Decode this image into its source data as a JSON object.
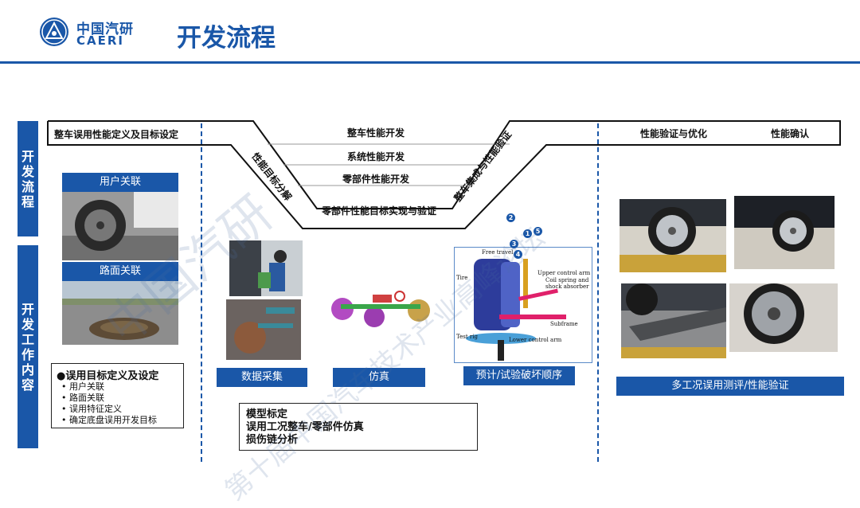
{
  "header": {
    "brand_cn": "中国汽研",
    "brand_en": "CAERI",
    "title": "开发流程"
  },
  "sidebar": {
    "top_label": [
      "开",
      "发",
      "流",
      "程"
    ],
    "bottom_label": [
      "开",
      "发",
      "工",
      "作",
      "内",
      "容"
    ]
  },
  "vprocess": {
    "left_top": "整车误用性能定义及目标设定",
    "left_slant": "性能目标分解",
    "level1": "整车性能开发",
    "level2": "系统性能开发",
    "level3": "零部件性能开发",
    "bottom": "零部件性能目标实现与验证",
    "right_slant": "整车集成与性能验证",
    "right_top_1": "性能验证与优化",
    "right_top_2": "性能确认"
  },
  "left_panel": {
    "caption_user": "用户关联",
    "caption_road": "路面关联",
    "list_title": "●误用目标定义及设定",
    "list_items": [
      "用户关联",
      "路面关联",
      "误用特征定义",
      "确定底盘误用开发目标"
    ]
  },
  "middle_panel": {
    "caption_data": "数据采集",
    "caption_sim": "仿真",
    "caption_order": "预计/试验破坏顺序",
    "box_lines": [
      "模型标定",
      "误用工况整车/零部件仿真",
      "损伤链分析"
    ],
    "diagram": {
      "badges": [
        "2",
        "1",
        "5",
        "3",
        "4"
      ],
      "free_travel": "Free travel",
      "tire": "Tire",
      "upper_arm": "Upper control arm",
      "coil": "Coil spring and",
      "shock": "shock absorber",
      "subframe": "Subframe",
      "test_rig": "Test rig",
      "lower_arm": "Lower control arm"
    }
  },
  "right_panel": {
    "caption": "多工况误用测评/性能验证"
  },
  "watermark": {
    "line1": "中国汽研",
    "line2": "第十届中国汽车技术产业高峰论坛"
  },
  "colors": {
    "brand": "#1a57a8",
    "line": "#111111"
  }
}
